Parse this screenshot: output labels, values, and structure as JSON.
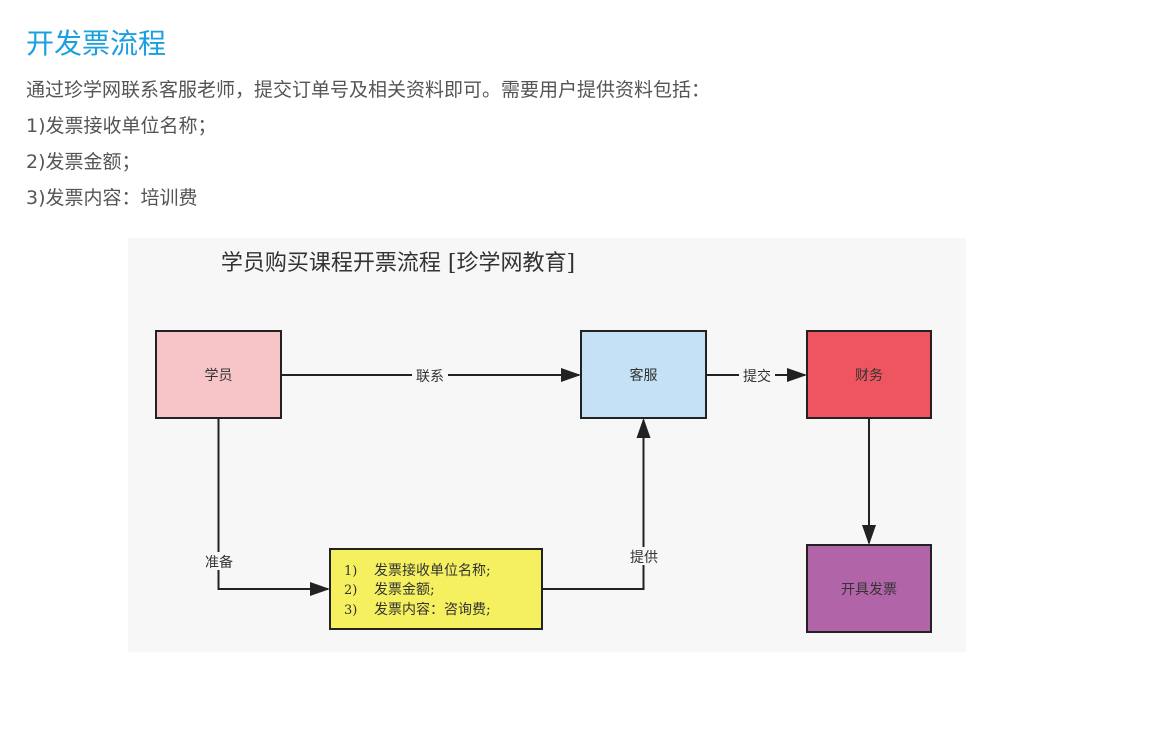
{
  "heading": "开发票流程",
  "intro": "通过珍学网联系客服老师，提交订单号及相关资料即可。需要用户提供资料包括：",
  "requirements": [
    "1)发票接收单位名称；",
    "2)发票金额；",
    "3)发票内容：培训费"
  ],
  "diagram": {
    "title": "学员购买课程开票流程 [珍学网教育]",
    "nodes": {
      "student": {
        "label": "学员",
        "color": "#f7c5c8"
      },
      "service": {
        "label": "客服",
        "color": "#c5e1f5"
      },
      "finance": {
        "label": "财务",
        "color": "#ee5560"
      },
      "invoice": {
        "label": "开具发票",
        "color": "#b264a8"
      },
      "materials": {
        "color": "#f5f060",
        "items": [
          {
            "num": "1)",
            "text": "发票接收单位名称;"
          },
          {
            "num": "2)",
            "text": "发票金额;"
          },
          {
            "num": "3)",
            "text": "发票内容：咨询费;"
          }
        ]
      }
    },
    "edges": {
      "contact": "联系",
      "submit": "提交",
      "prepare": "准备",
      "provide": "提供"
    }
  }
}
